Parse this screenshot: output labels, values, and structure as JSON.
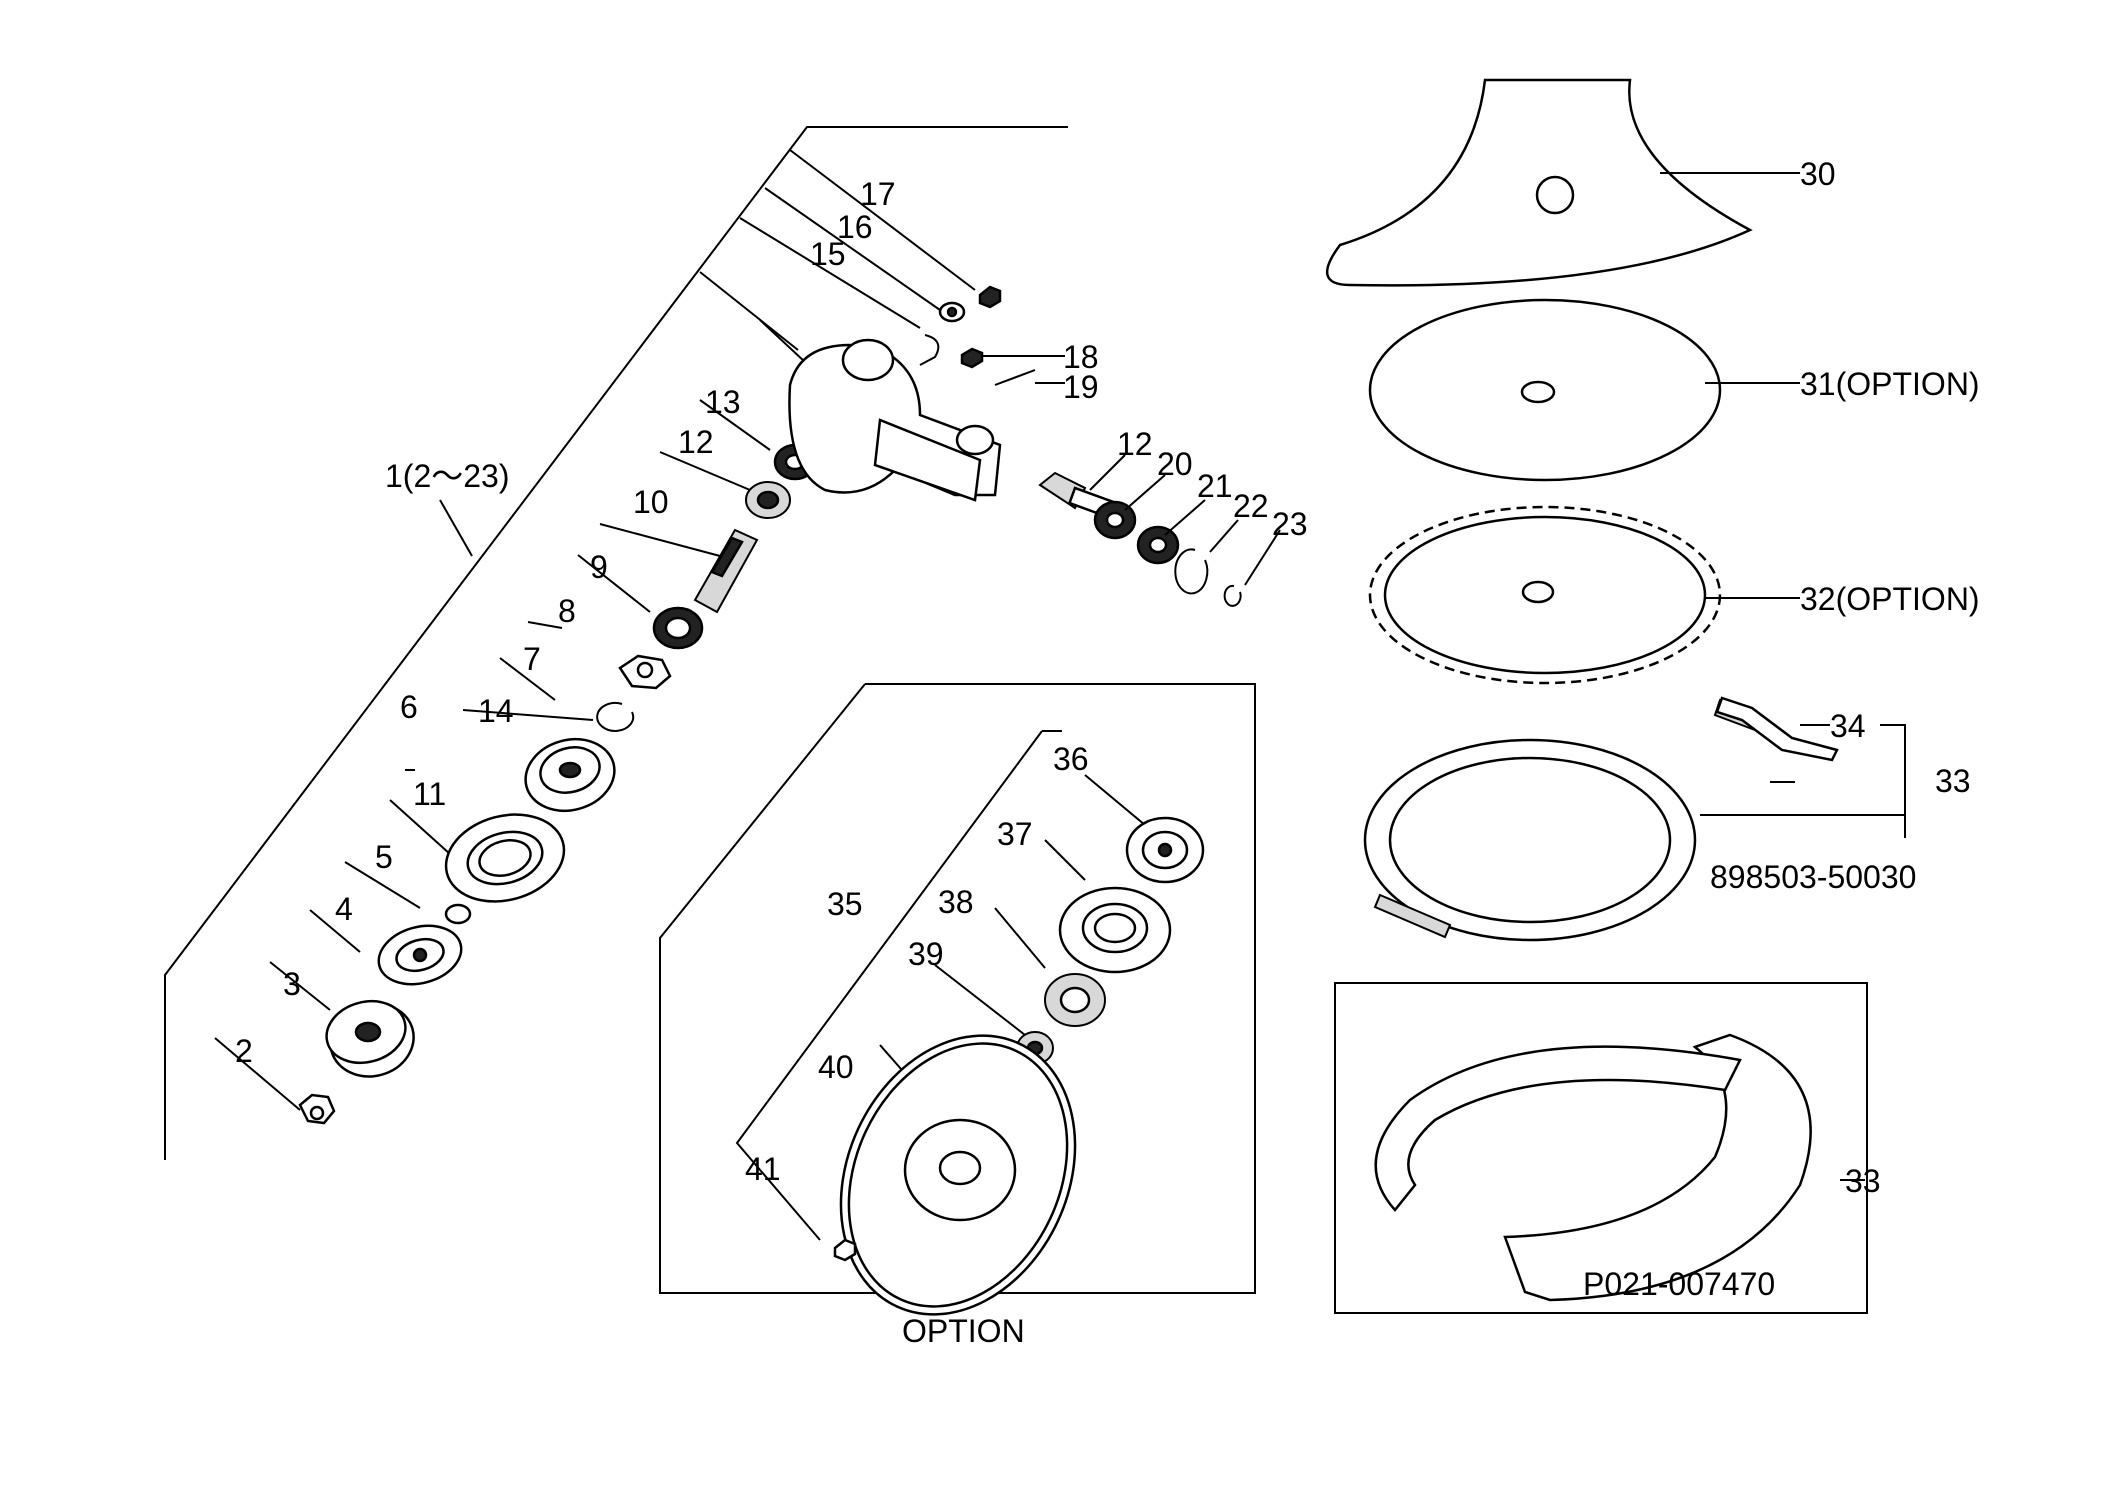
{
  "labels": {
    "p1": "1(2～23)",
    "p2": "2",
    "p3": "3",
    "p4": "4",
    "p5": "5",
    "p6": "6",
    "p7": "7",
    "p8": "8",
    "p9": "9",
    "p10": "10",
    "p11": "11",
    "p12a": "12",
    "p12b": "12",
    "p13": "13",
    "p14": "14",
    "p15": "15",
    "p16": "16",
    "p17": "17",
    "p18": "18",
    "p19": "19",
    "p20": "20",
    "p21": "21",
    "p22": "22",
    "p23": "23",
    "p30": "30",
    "p31": "31(OPTION)",
    "p32": "32(OPTION)",
    "p33a": "33",
    "p33b": "33",
    "p34": "34",
    "p35": "35",
    "p36": "36",
    "p37": "37",
    "p38": "38",
    "p39": "39",
    "p40": "40",
    "p41": "41",
    "option": "OPTION",
    "code1": "898503-50030",
    "code2": "P021-007470"
  }
}
